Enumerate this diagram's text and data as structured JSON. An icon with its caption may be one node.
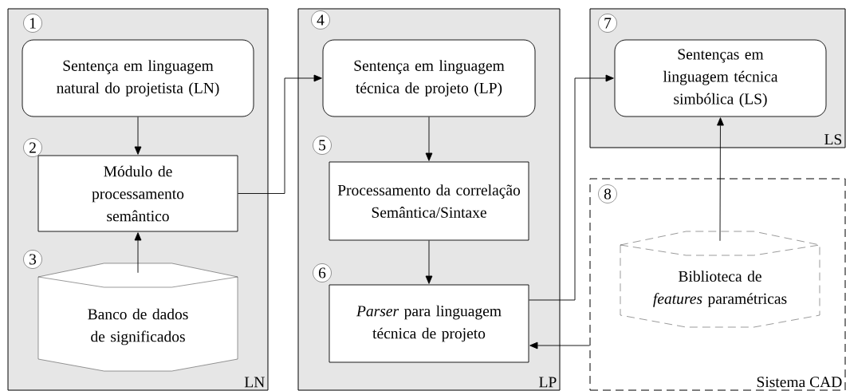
{
  "diagram": {
    "nodes": [
      {
        "text": [
          "LN"
        ]
      },
      {
        "text": [
          "1"
        ],
        "in": 0
      },
      {
        "text": [
          "Sentença em linguagem natural do projetista (LN)"
        ],
        "in": 0
      },
      {
        "text": [
          "2"
        ],
        "in": 0
      },
      {
        "text": [
          "Módulo de processamento semântico"
        ],
        "in": 0
      },
      {
        "text": [
          "3"
        ],
        "in": 0
      },
      {
        "text": [
          "Banco de dados de significados"
        ],
        "in": 0
      },
      {
        "text": [
          "LP"
        ]
      },
      {
        "text": [
          "4"
        ],
        "in": 7
      },
      {
        "text": [
          "Sentença em linguagem técnica de projeto (LP)"
        ],
        "in": 7
      },
      {
        "text": [
          "5"
        ],
        "in": 7
      },
      {
        "text": [
          "Processamento da correlação Semântica/Sintaxe"
        ],
        "in": 7
      },
      {
        "text": [
          "6"
        ],
        "in": 7
      },
      {
        "text": [
          "*Parser* para linguagem técnica de projeto"
        ],
        "in": 7
      },
      {
        "text": [
          "LS"
        ]
      },
      {
        "text": [
          "7"
        ],
        "in": 14
      },
      {
        "text": [
          "Sentenças em linguagem técnica simbólica (LS)"
        ],
        "in": 14
      },
      {
        "text": [
          "Sistema CAD"
        ]
      },
      {
        "text": [
          "8"
        ],
        "in": 17
      },
      {
        "text": [
          "Biblioteca de *features* paramétricas"
        ],
        "in": 17
      }
    ],
    "edges": [
      {
        "from": 2,
        "to": 4,
        "arrow": "to"
      },
      {
        "from": 6,
        "to": 4,
        "arrow": "to"
      },
      {
        "from": 4,
        "to": 9,
        "arrow": "to"
      },
      {
        "from": 9,
        "to": 11,
        "arrow": "to"
      },
      {
        "from": 11,
        "to": 13,
        "arrow": "to"
      },
      {
        "from": 13,
        "to": 16,
        "arrow": "to"
      },
      {
        "from": 19,
        "to": 16,
        "arrow": "to"
      },
      {
        "from": 17,
        "to": 13,
        "arrow": "to"
      }
    ]
  }
}
